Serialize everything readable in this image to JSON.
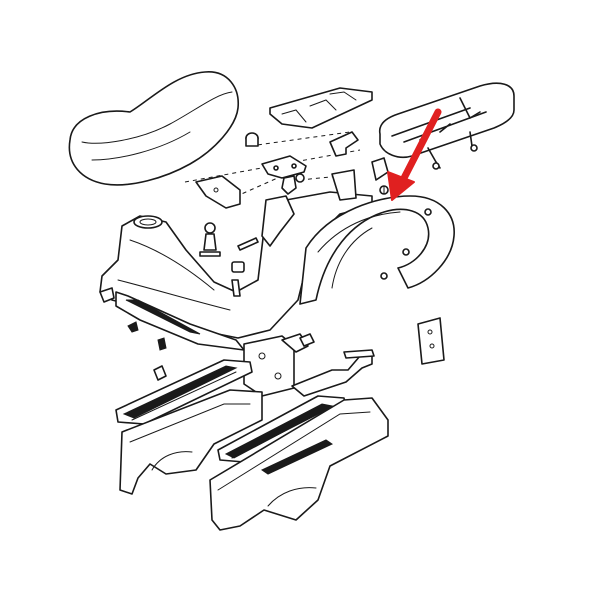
{
  "diagram": {
    "kind": "exploded parts diagram",
    "highlight_color": "#e02020",
    "line_color": "#1a1a1a",
    "background": "#ffffff",
    "parts": [
      "seat",
      "tool-tray",
      "luggage-rack",
      "rear-mudguard",
      "frame",
      "fuel-tank",
      "fuel-tap",
      "left-footboard",
      "right-footboard",
      "left-side-panel",
      "right-side-panel",
      "footrest-bar",
      "rear-bracket",
      "mounting-plate",
      "number-plate-bracket"
    ],
    "highlighted_part": "rear-mudguard"
  }
}
